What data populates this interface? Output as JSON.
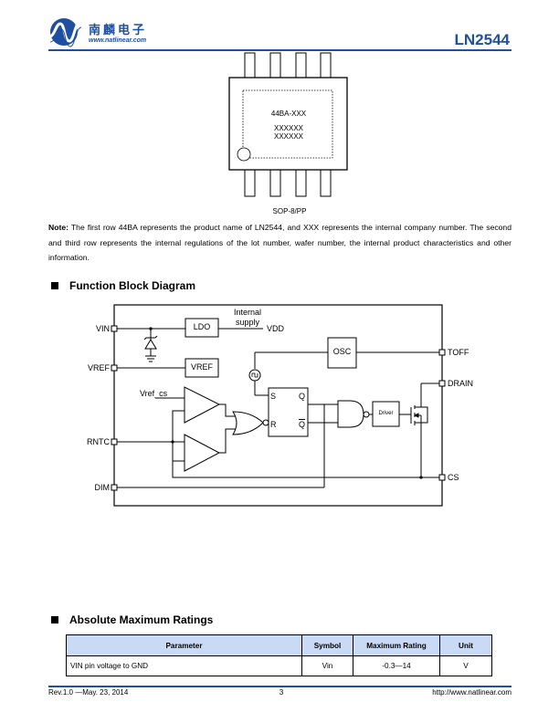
{
  "header": {
    "company_cn": "南麟电子",
    "company_url": "www.natlinear.com",
    "part_number": "LN2544",
    "brand_color": "#1f4fa0"
  },
  "package": {
    "marking_line1": "44BA-XXX",
    "marking_line2": "XXXXXX",
    "marking_line3": "XXXXXX",
    "caption": "SOP-8/PP"
  },
  "note": {
    "label": "Note:",
    "text": " The first row 44BA represents the product name of LN2544, and XXX represents the internal company number. The second and third row represents the internal regulations of the lot number, wafer number, the internal product characteristics and other information."
  },
  "function_block": {
    "title": "Function Block Diagram",
    "pins": {
      "vin": "VIN",
      "vref": "VREF",
      "rntc": "RNTC",
      "dim": "DIM",
      "toff": "TOFF",
      "drain": "DRAIN",
      "cs": "CS"
    },
    "blocks": {
      "ldo": "LDO",
      "vref": "VREF",
      "osc": "OSC",
      "driver": "Driver"
    },
    "labels": {
      "internal": "Internal",
      "supply": "supply",
      "vdd": "VDD",
      "vref_cs": "Vref_cs",
      "s": "S",
      "r": "R",
      "q": "Q",
      "qbar": "Q"
    }
  },
  "abs_max": {
    "title": "Absolute Maximum Ratings",
    "columns": [
      "Parameter",
      "Symbol",
      "Maximum Rating",
      "Unit"
    ],
    "rows": [
      [
        "VIN pin voltage to GND",
        "Vin",
        "-0.3—14",
        "V"
      ]
    ],
    "header_color": "#c9daf5"
  },
  "footer": {
    "revision": "Rev.1.0 —May. 23, 2014",
    "page": "3",
    "url": "http://www.natlinear.com"
  }
}
